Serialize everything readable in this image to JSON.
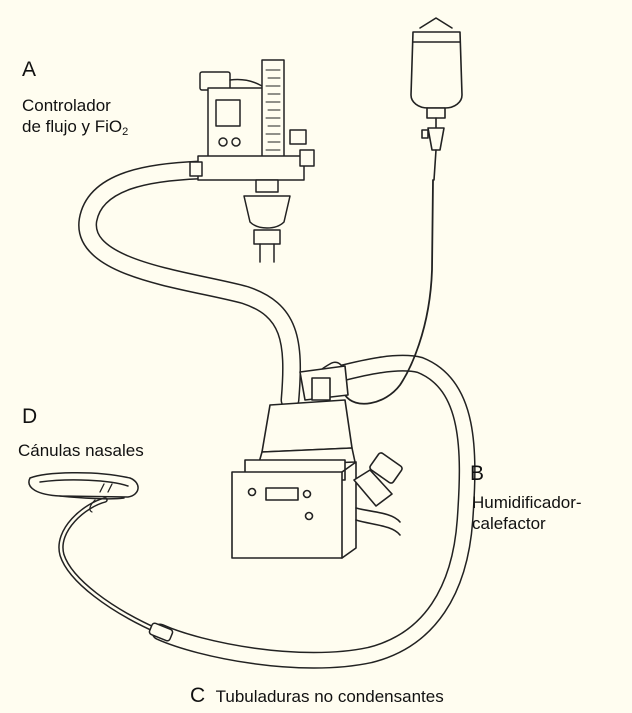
{
  "labels": {
    "a": {
      "letter": "A",
      "line1": "Controlador",
      "line2_prefix": "de flujo y FiO",
      "line2_sub": "2"
    },
    "b": {
      "letter": "B",
      "line1": "Humidificador-",
      "line2": "calefactor"
    },
    "c": {
      "letter": "C",
      "text": "Tubuladuras no condensantes"
    },
    "d": {
      "letter": "D",
      "text": "Cánulas nasales"
    }
  }
}
